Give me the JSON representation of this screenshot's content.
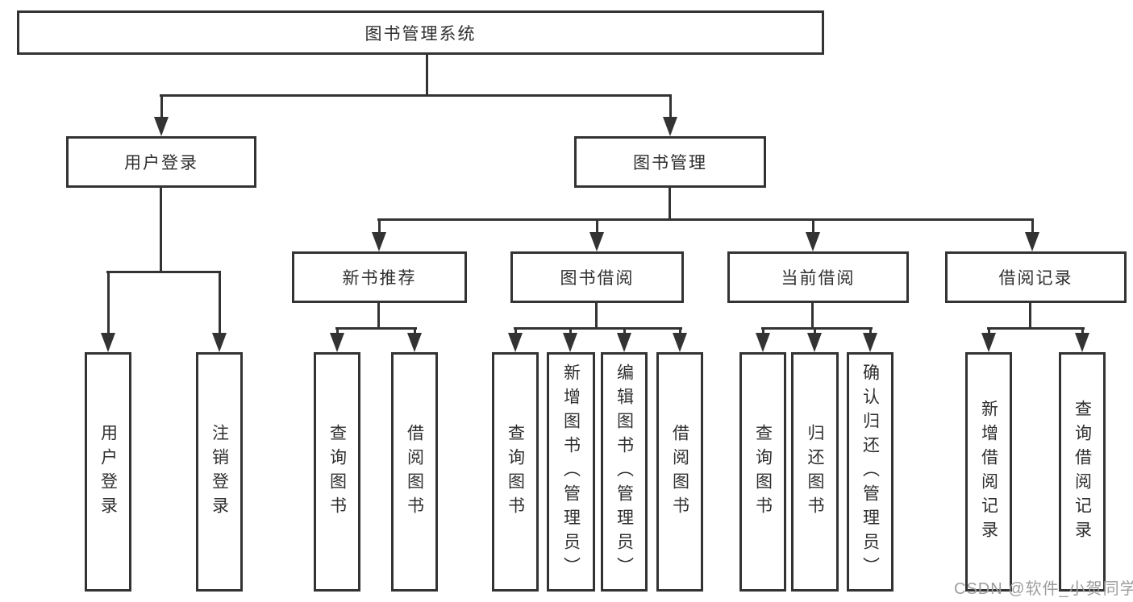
{
  "tree": {
    "root": "图书管理系统",
    "level2": [
      "用户登录",
      "图书管理"
    ],
    "level3": [
      "新书推荐",
      "图书借阅",
      "当前借阅",
      "借阅记录"
    ],
    "leaves_user_login": [
      "用户登录",
      "注销登录"
    ],
    "leaves_new_books": [
      "查询图书",
      "借阅图书"
    ],
    "leaves_book_borrow": [
      "查询图书",
      "新增图书（管理员）",
      "编辑图书（管理员）",
      "借阅图书"
    ],
    "leaves_current_borrow": [
      "查询图书",
      "归还图书",
      "确认归还（管理员）"
    ],
    "leaves_borrow_records": [
      "新增借阅记录",
      "查询借阅记录"
    ]
  },
  "watermark": "CSDN @软件_小贺同学",
  "colors": {
    "line": "#333333",
    "text": "#2f2f2f",
    "background": "#ffffff",
    "watermark": "#9d9d9d"
  }
}
